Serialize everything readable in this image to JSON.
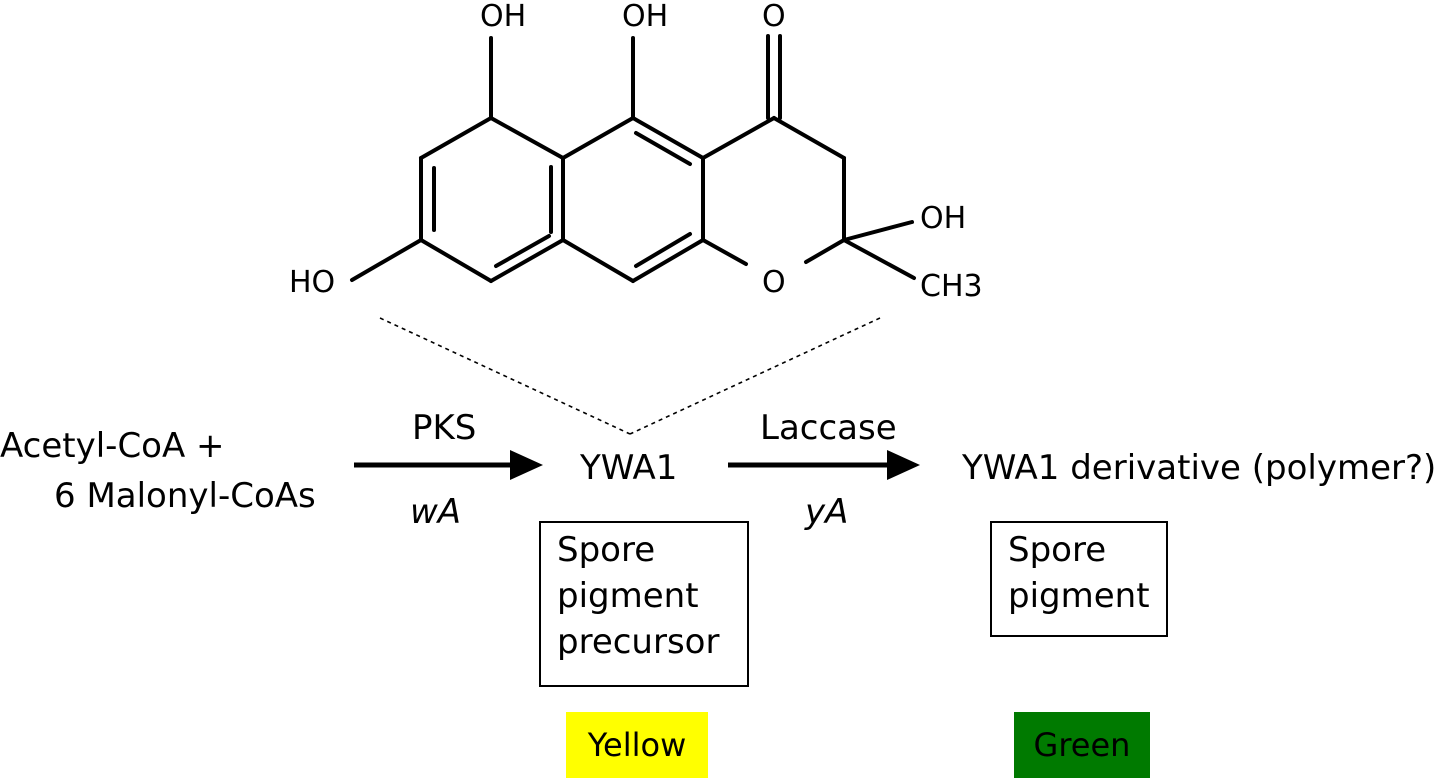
{
  "structure": {
    "atoms": {
      "oh_left": "OH",
      "oh_mid": "OH",
      "o_top": "O",
      "ho_left": "HO",
      "o_ring": "O",
      "oh_right": "OH",
      "ch3": "CH3"
    }
  },
  "pathway": {
    "substrate_line1": "Acetyl-CoA +",
    "substrate_line2": "6 Malonyl-CoAs",
    "step1_enzyme": "PKS",
    "step1_gene": "wA",
    "intermediate": "YWA1",
    "step2_enzyme": "Laccase",
    "step2_gene": "yA",
    "product": "YWA1 derivative (polymer?)"
  },
  "boxes": {
    "precursor": [
      "Spore",
      "pigment",
      "precursor"
    ],
    "pigment": [
      "Spore",
      "pigment"
    ]
  },
  "swatches": {
    "yellow": {
      "label": "Yellow",
      "color": "#ffff00",
      "text_color": "#000000"
    },
    "green": {
      "label": "Green",
      "color": "#007a00",
      "text_color": "#000000"
    }
  }
}
